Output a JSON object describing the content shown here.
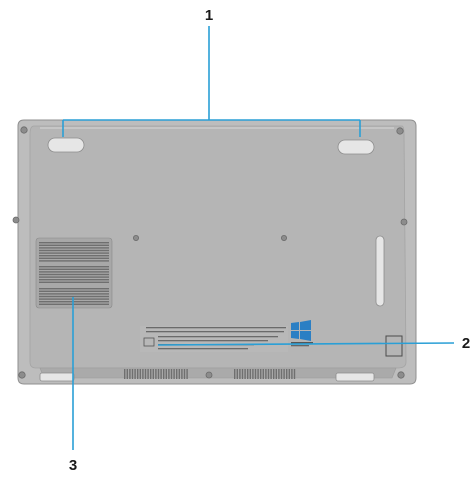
{
  "callouts": [
    {
      "number": "1"
    },
    {
      "number": "2"
    },
    {
      "number": "3"
    }
  ],
  "colors": {
    "chassis": "#bdbdbd",
    "chassis_edge": "#9e9e9e",
    "panel": "#b3b3b3",
    "callout_line": "#2a9fd6",
    "vent": "#6f6f6f",
    "foot": "#e4e4e4",
    "logo": "#2b7fc4"
  }
}
